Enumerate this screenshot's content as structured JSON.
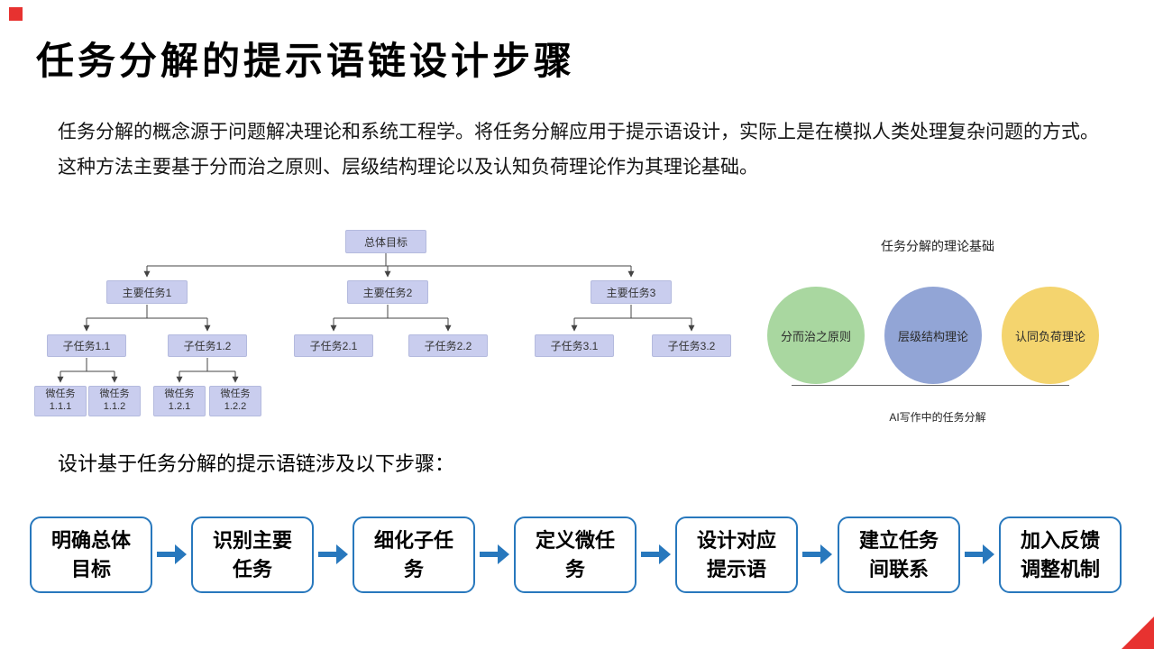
{
  "slide": {
    "title": "任务分解的提示语链设计步骤",
    "intro": "任务分解的概念源于问题解决理论和系统工程学。将任务分解应用于提示语设计，实际上是在模拟人类处理复杂问题的方式。这种方法主要基于分而治之原则、层级结构理论以及认知负荷理论作为其理论基础。",
    "steps_intro": "设计基于任务分解的提示语链涉及以下步骤：",
    "accent_color": "#e73230"
  },
  "tree": {
    "box_color": "#c9cdee",
    "root": "总体目标",
    "main_tasks": [
      "主要任务1",
      "主要任务2",
      "主要任务3"
    ],
    "sub_tasks": [
      "子任务1.1",
      "子任务1.2",
      "子任务2.1",
      "子任务2.2",
      "子任务3.1",
      "子任务3.2"
    ],
    "micro_tasks": [
      "微任务\n1.1.1",
      "微任务\n1.1.2",
      "微任务\n1.2.1",
      "微任务\n1.2.2"
    ]
  },
  "theory": {
    "title": "任务分解的理论基础",
    "caption": "AI写作中的任务分解",
    "circles": [
      {
        "label": "分而治之原则",
        "color": "#a9d7a0"
      },
      {
        "label": "层级结构理论",
        "color": "#92a5d6"
      },
      {
        "label": "认同负荷理论",
        "color": "#f4d46e"
      }
    ]
  },
  "flow": {
    "arrow_color": "#2878bd",
    "steps": [
      "明确总体目标",
      "识别主要任务",
      "细化子任务",
      "定义微任务",
      "设计对应提示语",
      "建立任务间联系",
      "加入反馈调整机制"
    ]
  }
}
